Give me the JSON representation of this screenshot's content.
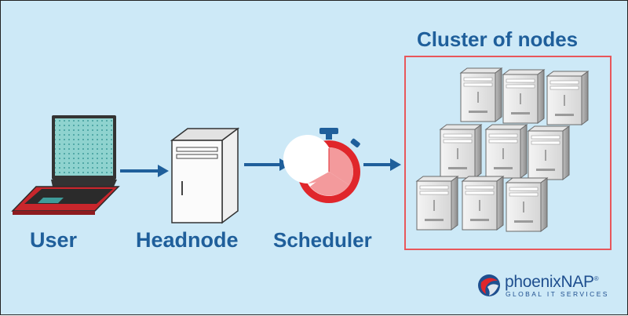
{
  "nodes": {
    "user": "User",
    "headnode": "Headnode",
    "scheduler": "Scheduler",
    "cluster": "Cluster of nodes"
  },
  "brand": {
    "name": "phoenixNAP",
    "registered": "®",
    "tagline": "GLOBAL IT SERVICES"
  },
  "colors": {
    "background": "#cde9f7",
    "label": "#1f5f9b",
    "arrow": "#1f5f9b",
    "cluster_border": "#e8575b",
    "laptop_body": "#c8262c",
    "scheduler_red": "#e0262b"
  },
  "cluster_server_count": 9
}
